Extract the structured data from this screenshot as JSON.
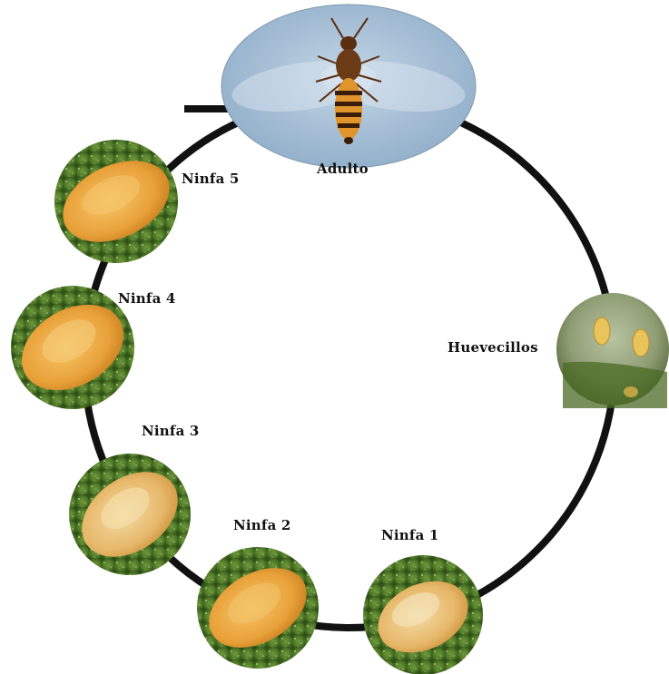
{
  "diagram": {
    "type": "life-cycle",
    "stages": {
      "adulto": "Adulto",
      "huevecillos": "Huevecillos",
      "ninfa1": "Ninfa 1",
      "ninfa2": "Ninfa 2",
      "ninfa3": "Ninfa 3",
      "ninfa4": "Ninfa 4",
      "ninfa5": "Ninfa 5"
    },
    "colors": {
      "cycle_ring": "#111111",
      "leaf_green": "#4f7a2a",
      "nymph_orange": "#e9a43a",
      "adult_background": "#a9c3d9",
      "adult_body": "#6b3a17",
      "egg_yellow": "#e8c45a"
    }
  }
}
